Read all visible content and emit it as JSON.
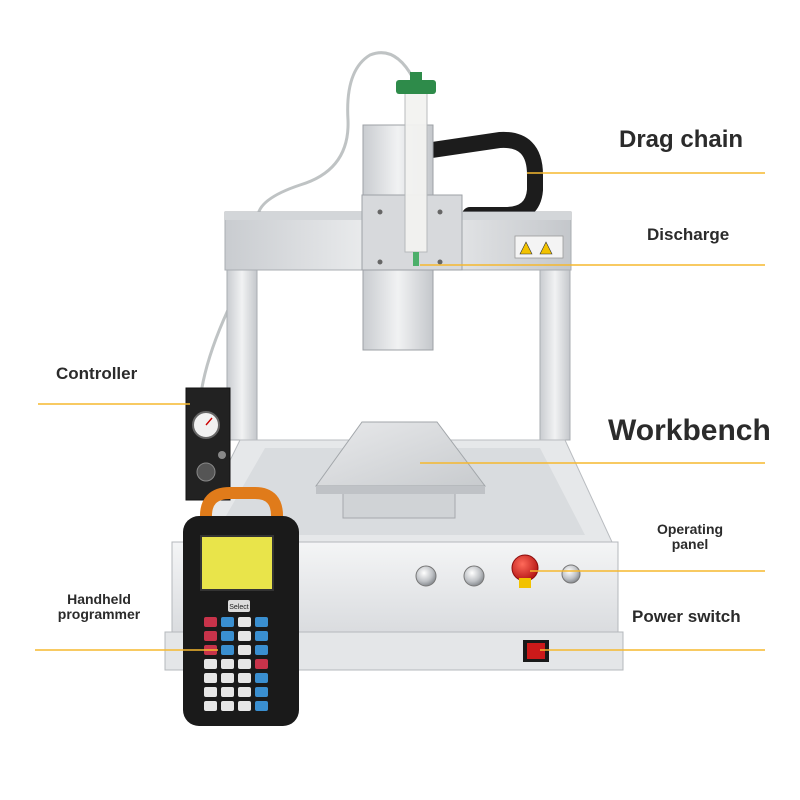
{
  "labels": {
    "drag_chain": "Drag chain",
    "discharge": "Discharge",
    "controller": "Controller",
    "workbench": "Workbench",
    "operating_panel_line1": "Operating",
    "operating_panel_line2": "panel",
    "handheld_line1": "Handheld",
    "handheld_line2": "programmer",
    "power_switch": "Power switch"
  },
  "pendant": {
    "top_key": "Select"
  },
  "colors": {
    "leader_line": "#f5b82e",
    "frame": "#dfe1e3",
    "pendant_body": "#1a1a1a",
    "pendant_handle": "#e07b1a",
    "emergency_stop": "#d42020",
    "power_switch": "#cc1a1a"
  }
}
